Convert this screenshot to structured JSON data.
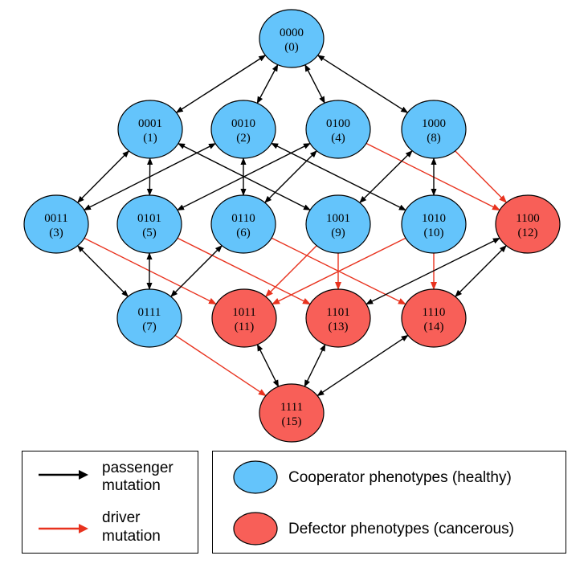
{
  "colors": {
    "cooperator": "#64c4fb",
    "defector": "#f85f58",
    "passenger": "#000000",
    "driver": "#e8321e"
  },
  "nodes": [
    {
      "id": 0,
      "bits": "0000",
      "index": "(0)",
      "type": "cooperator"
    },
    {
      "id": 1,
      "bits": "0001",
      "index": "(1)",
      "type": "cooperator"
    },
    {
      "id": 2,
      "bits": "0010",
      "index": "(2)",
      "type": "cooperator"
    },
    {
      "id": 4,
      "bits": "0100",
      "index": "(4)",
      "type": "cooperator"
    },
    {
      "id": 8,
      "bits": "1000",
      "index": "(8)",
      "type": "cooperator"
    },
    {
      "id": 3,
      "bits": "0011",
      "index": "(3)",
      "type": "cooperator"
    },
    {
      "id": 5,
      "bits": "0101",
      "index": "(5)",
      "type": "cooperator"
    },
    {
      "id": 6,
      "bits": "0110",
      "index": "(6)",
      "type": "cooperator"
    },
    {
      "id": 9,
      "bits": "1001",
      "index": "(9)",
      "type": "cooperator"
    },
    {
      "id": 10,
      "bits": "1010",
      "index": "(10)",
      "type": "cooperator"
    },
    {
      "id": 12,
      "bits": "1100",
      "index": "(12)",
      "type": "defector"
    },
    {
      "id": 7,
      "bits": "0111",
      "index": "(7)",
      "type": "cooperator"
    },
    {
      "id": 11,
      "bits": "1011",
      "index": "(11)",
      "type": "defector"
    },
    {
      "id": 13,
      "bits": "1101",
      "index": "(13)",
      "type": "defector"
    },
    {
      "id": 14,
      "bits": "1110",
      "index": "(14)",
      "type": "defector"
    },
    {
      "id": 15,
      "bits": "1111",
      "index": "(15)",
      "type": "defector"
    }
  ],
  "edges": [
    {
      "from": 0,
      "to": 1,
      "kind": "passenger"
    },
    {
      "from": 0,
      "to": 2,
      "kind": "passenger"
    },
    {
      "from": 0,
      "to": 4,
      "kind": "passenger"
    },
    {
      "from": 0,
      "to": 8,
      "kind": "passenger"
    },
    {
      "from": 1,
      "to": 3,
      "kind": "passenger"
    },
    {
      "from": 1,
      "to": 5,
      "kind": "passenger"
    },
    {
      "from": 1,
      "to": 9,
      "kind": "passenger"
    },
    {
      "from": 2,
      "to": 3,
      "kind": "passenger"
    },
    {
      "from": 2,
      "to": 6,
      "kind": "passenger"
    },
    {
      "from": 2,
      "to": 10,
      "kind": "passenger"
    },
    {
      "from": 4,
      "to": 5,
      "kind": "passenger"
    },
    {
      "from": 4,
      "to": 6,
      "kind": "passenger"
    },
    {
      "from": 4,
      "to": 12,
      "kind": "driver"
    },
    {
      "from": 8,
      "to": 9,
      "kind": "passenger"
    },
    {
      "from": 8,
      "to": 10,
      "kind": "passenger"
    },
    {
      "from": 8,
      "to": 12,
      "kind": "driver"
    },
    {
      "from": 3,
      "to": 7,
      "kind": "passenger"
    },
    {
      "from": 3,
      "to": 11,
      "kind": "driver"
    },
    {
      "from": 5,
      "to": 7,
      "kind": "passenger"
    },
    {
      "from": 5,
      "to": 13,
      "kind": "driver"
    },
    {
      "from": 6,
      "to": 7,
      "kind": "passenger"
    },
    {
      "from": 6,
      "to": 14,
      "kind": "driver"
    },
    {
      "from": 9,
      "to": 11,
      "kind": "driver"
    },
    {
      "from": 9,
      "to": 13,
      "kind": "driver"
    },
    {
      "from": 10,
      "to": 11,
      "kind": "driver"
    },
    {
      "from": 10,
      "to": 14,
      "kind": "driver"
    },
    {
      "from": 12,
      "to": 13,
      "kind": "passenger"
    },
    {
      "from": 12,
      "to": 14,
      "kind": "passenger"
    },
    {
      "from": 7,
      "to": 15,
      "kind": "driver"
    },
    {
      "from": 11,
      "to": 15,
      "kind": "passenger"
    },
    {
      "from": 13,
      "to": 15,
      "kind": "passenger"
    },
    {
      "from": 14,
      "to": 15,
      "kind": "passenger"
    }
  ],
  "legend": {
    "passenger_line1": "passenger",
    "passenger_line2": "mutation",
    "driver_line1": "driver",
    "driver_line2": "mutation",
    "cooperator_label": "Cooperator phenotypes (healthy)",
    "defector_label": "Defector phenotypes (cancerous)"
  }
}
